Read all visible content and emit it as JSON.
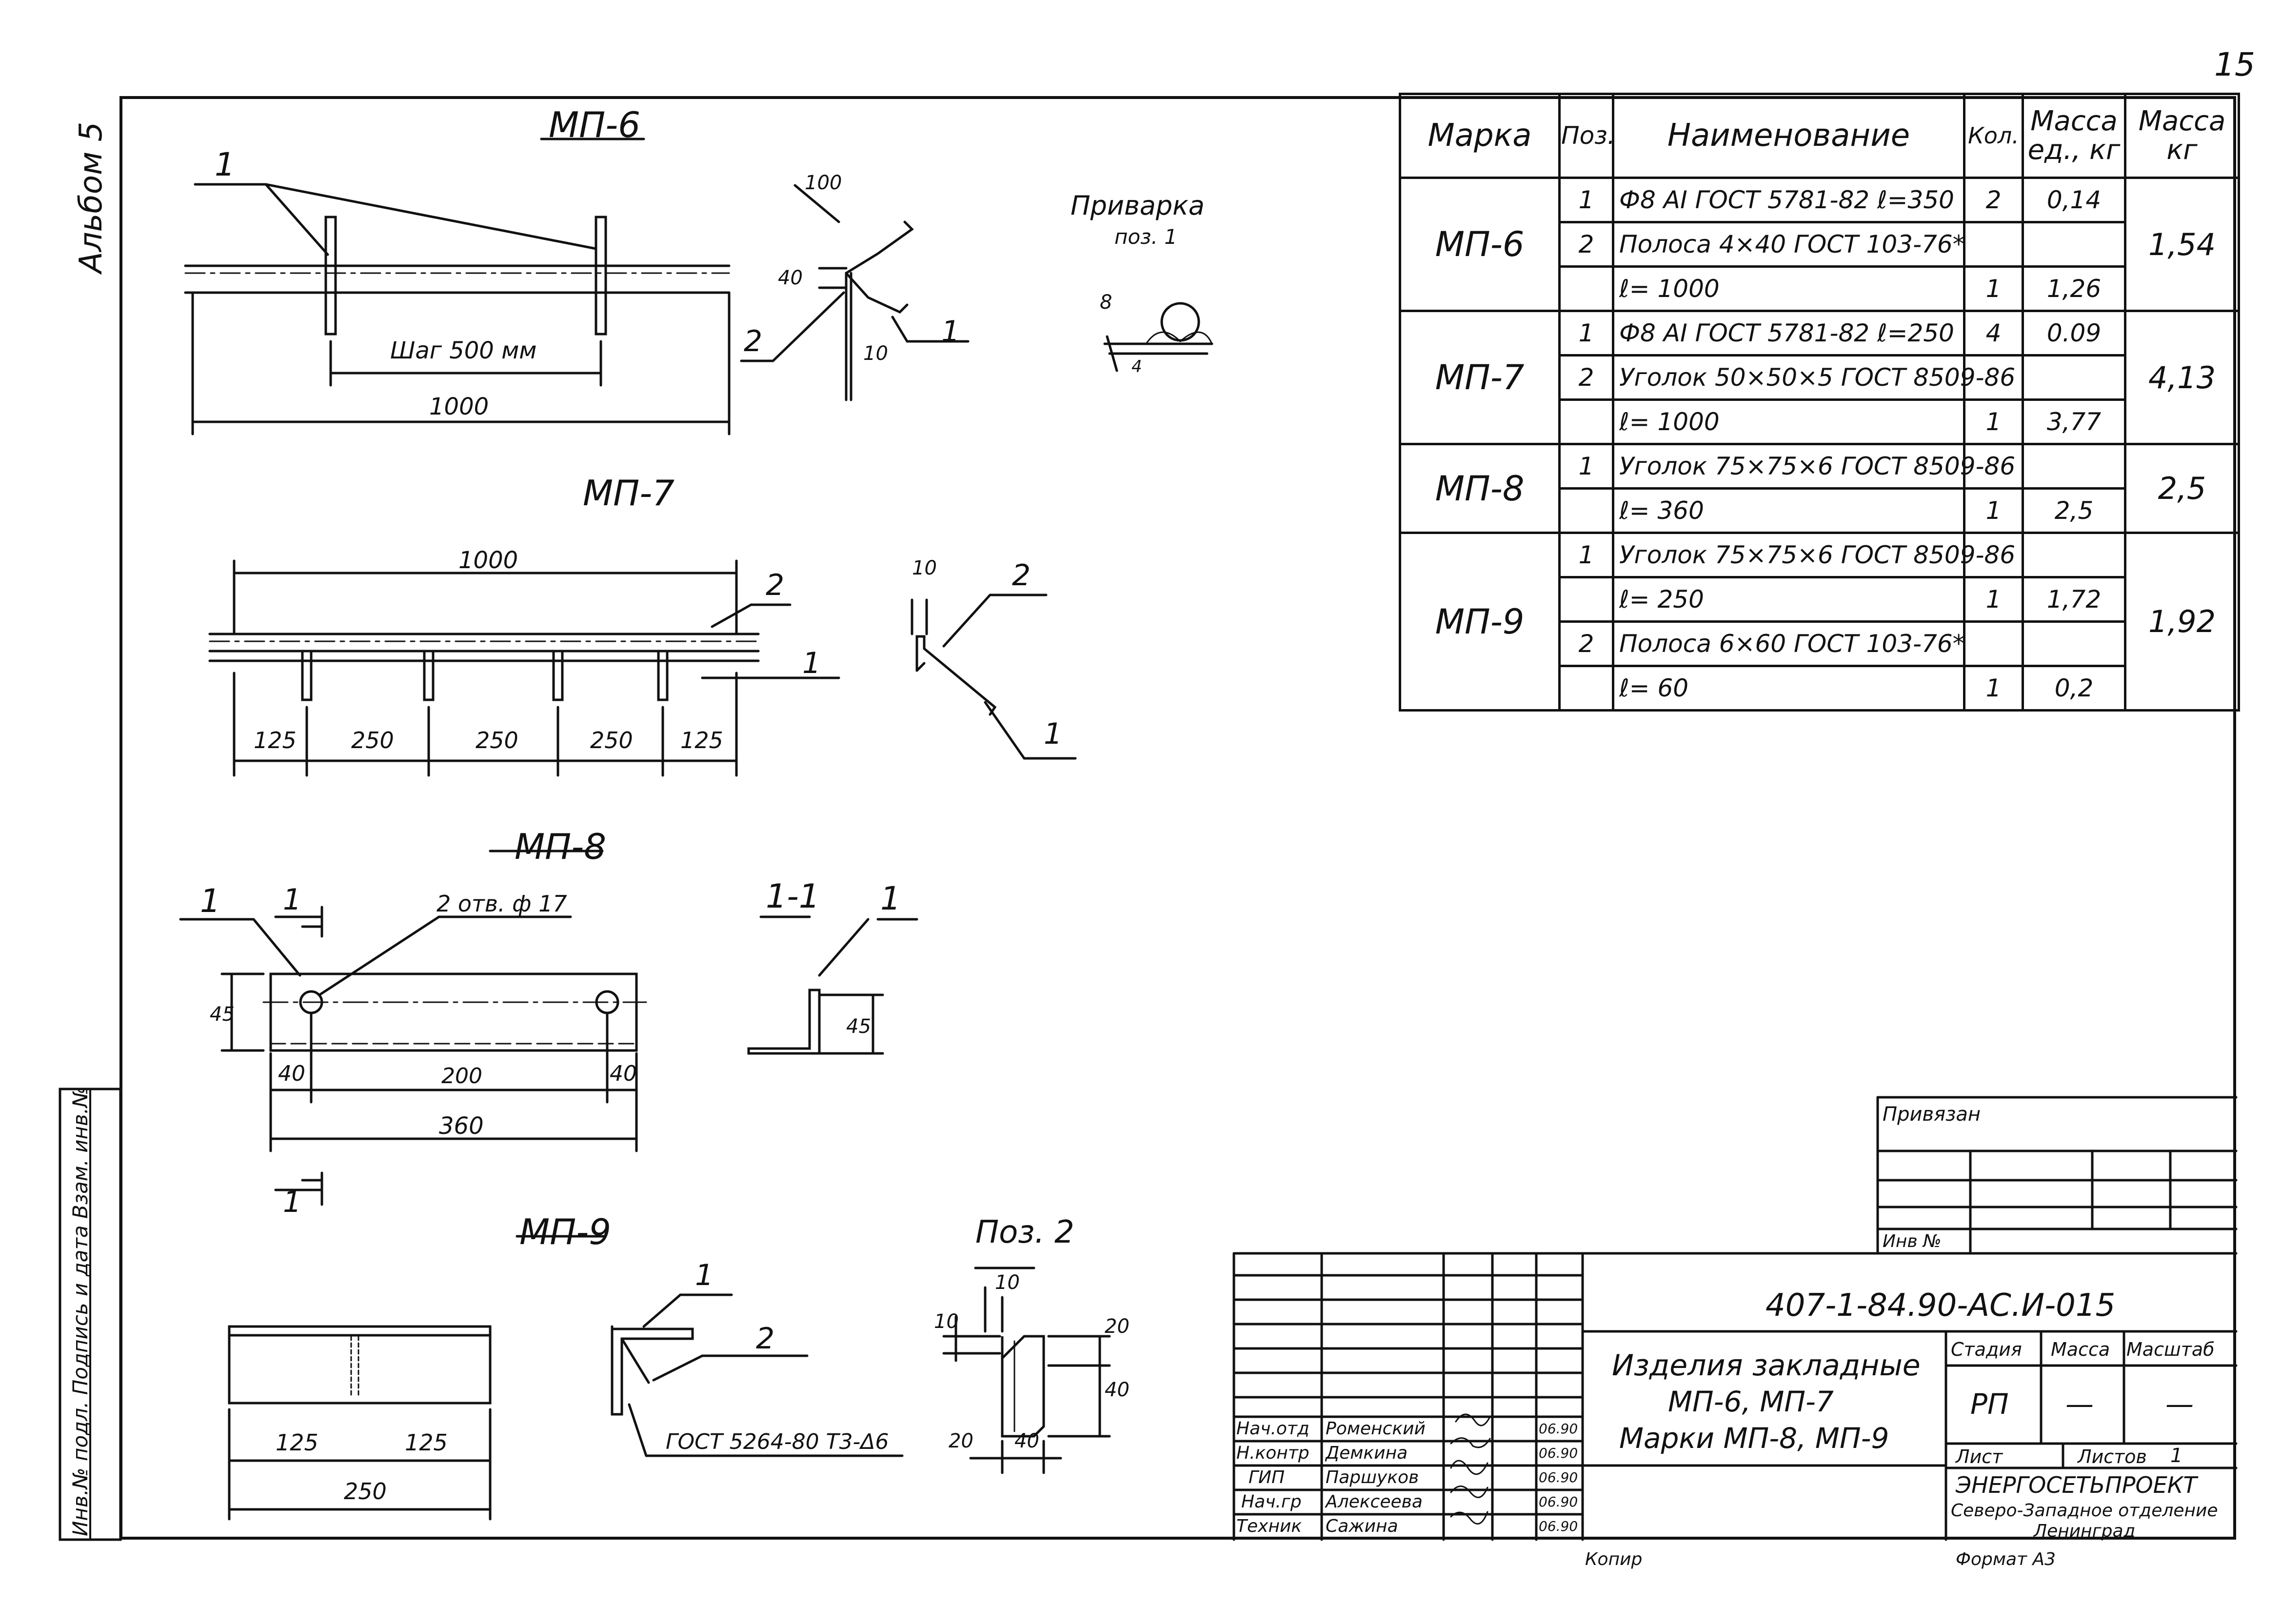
{
  "sheet": {
    "page_number": "15",
    "album": "Альбом 5",
    "side_stamp": "Инв.№ подл. Подпись и дата Взам. инв.№"
  },
  "drawings": {
    "mp6": {
      "title": "МП-6",
      "pos1": "1",
      "pos2": "2",
      "pos1b": "1",
      "step": "Шаг 500 мм",
      "length": "1000",
      "dim_100": "100",
      "dim_40": "40",
      "dim_10": "10",
      "weld_title": "Приварка",
      "weld_sub": "поз. 1",
      "weld_8": "8",
      "weld_4": "4"
    },
    "mp7": {
      "title": "МП-7",
      "length": "1000",
      "pos2": "2",
      "pos1": "1",
      "dims": [
        "125",
        "250",
        "250",
        "250",
        "125"
      ],
      "sec_10": "10",
      "sec_pos2": "2",
      "sec_pos1": "1"
    },
    "mp8": {
      "title": "МП-8",
      "pos1": "1",
      "cut": "1",
      "cut_bottom": "1",
      "holes": "2 отв. ф 17",
      "h45": "45",
      "d40a": "40",
      "d200": "200",
      "d40b": "40",
      "d360": "360",
      "section_title": "1-1",
      "section_pos": "1",
      "section_45": "45"
    },
    "mp9": {
      "title": "МП-9",
      "d125a": "125",
      "d125b": "125",
      "d250": "250",
      "pos1": "1",
      "pos2": "2",
      "weld_note": "ГОСТ 5264-80 Т3-Δ6"
    },
    "poz2": {
      "title": "Поз. 2",
      "d10a": "10",
      "d10b": "10",
      "d20a": "20",
      "d40a": "40",
      "d20b": "20",
      "d40b": "40"
    }
  },
  "spec": {
    "headers": {
      "mark": "Марка",
      "pos": "Поз.",
      "name": "Наименование",
      "qty": "Кол.",
      "unit_mass": "Масса ед., кг",
      "mass": "Масса кг"
    },
    "groups": [
      {
        "mark": "МП-6",
        "mass": "1,54",
        "rows": [
          {
            "pos": "1",
            "name": "Ф8 АI ГОСТ 5781-82  ℓ=350",
            "qty": "2",
            "unit": "0,14"
          },
          {
            "pos": "2",
            "name": "Полоса 4×40 ГОСТ 103-76*",
            "qty": "",
            "unit": ""
          },
          {
            "pos": "",
            "name": "ℓ= 1000",
            "qty": "1",
            "unit": "1,26"
          }
        ]
      },
      {
        "mark": "МП-7",
        "mass": "4,13",
        "rows": [
          {
            "pos": "1",
            "name": "Ф8 АI ГОСТ 5781-82  ℓ=250",
            "qty": "4",
            "unit": "0.09"
          },
          {
            "pos": "2",
            "name": "Уголок 50×50×5 ГОСТ 8509-86",
            "qty": "",
            "unit": ""
          },
          {
            "pos": "",
            "name": "ℓ= 1000",
            "qty": "1",
            "unit": "3,77"
          }
        ]
      },
      {
        "mark": "МП-8",
        "mass": "2,5",
        "rows": [
          {
            "pos": "1",
            "name": "Уголок 75×75×6 ГОСТ 8509-86",
            "qty": "",
            "unit": ""
          },
          {
            "pos": "",
            "name": "ℓ= 360",
            "qty": "1",
            "unit": "2,5"
          }
        ]
      },
      {
        "mark": "МП-9",
        "mass": "1,92",
        "rows": [
          {
            "pos": "1",
            "name": "Уголок 75×75×6 ГОСТ 8509-86",
            "qty": "",
            "unit": ""
          },
          {
            "pos": "",
            "name": "ℓ= 250",
            "qty": "1",
            "unit": "1,72"
          },
          {
            "pos": "2",
            "name": "Полоса 6×60 ГОСТ 103-76*",
            "qty": "",
            "unit": ""
          },
          {
            "pos": "",
            "name": "ℓ= 60",
            "qty": "1",
            "unit": "0,2"
          }
        ]
      }
    ]
  },
  "titleblock": {
    "privyazan": "Привязан",
    "inv": "Инв №",
    "code": "407-1-84.90-АС.И-015",
    "title_line1": "Изделия  закладные",
    "title_line2": "МП-6, МП-7",
    "title_line3": "Марки  МП-8, МП-9",
    "stage_label": "Стадия",
    "mass_label": "Масса",
    "scale_label": "Масштаб",
    "stage": "РП",
    "mass": "—",
    "scale": "—",
    "sheet_label": "Лист",
    "sheets_label": "Листов",
    "sheets": "1",
    "org1": "ЭНЕРГОСЕТЬПРОЕКТ",
    "org2": "Северо-Западное отделение",
    "org3": "Ленинград",
    "copied": "Копир",
    "format": "Формат А3",
    "people": [
      {
        "role": "Нач.отд",
        "name": "Роменский",
        "date": "06.90"
      },
      {
        "role": "Н.контр",
        "name": "Демкина",
        "date": "06.90"
      },
      {
        "role": "ГИП",
        "name": "Паршуков",
        "date": "06.90"
      },
      {
        "role": "Нач.гр",
        "name": "Алексеева",
        "date": "06.90"
      },
      {
        "role": "Техник",
        "name": "Сажина",
        "date": "06.90"
      }
    ]
  }
}
